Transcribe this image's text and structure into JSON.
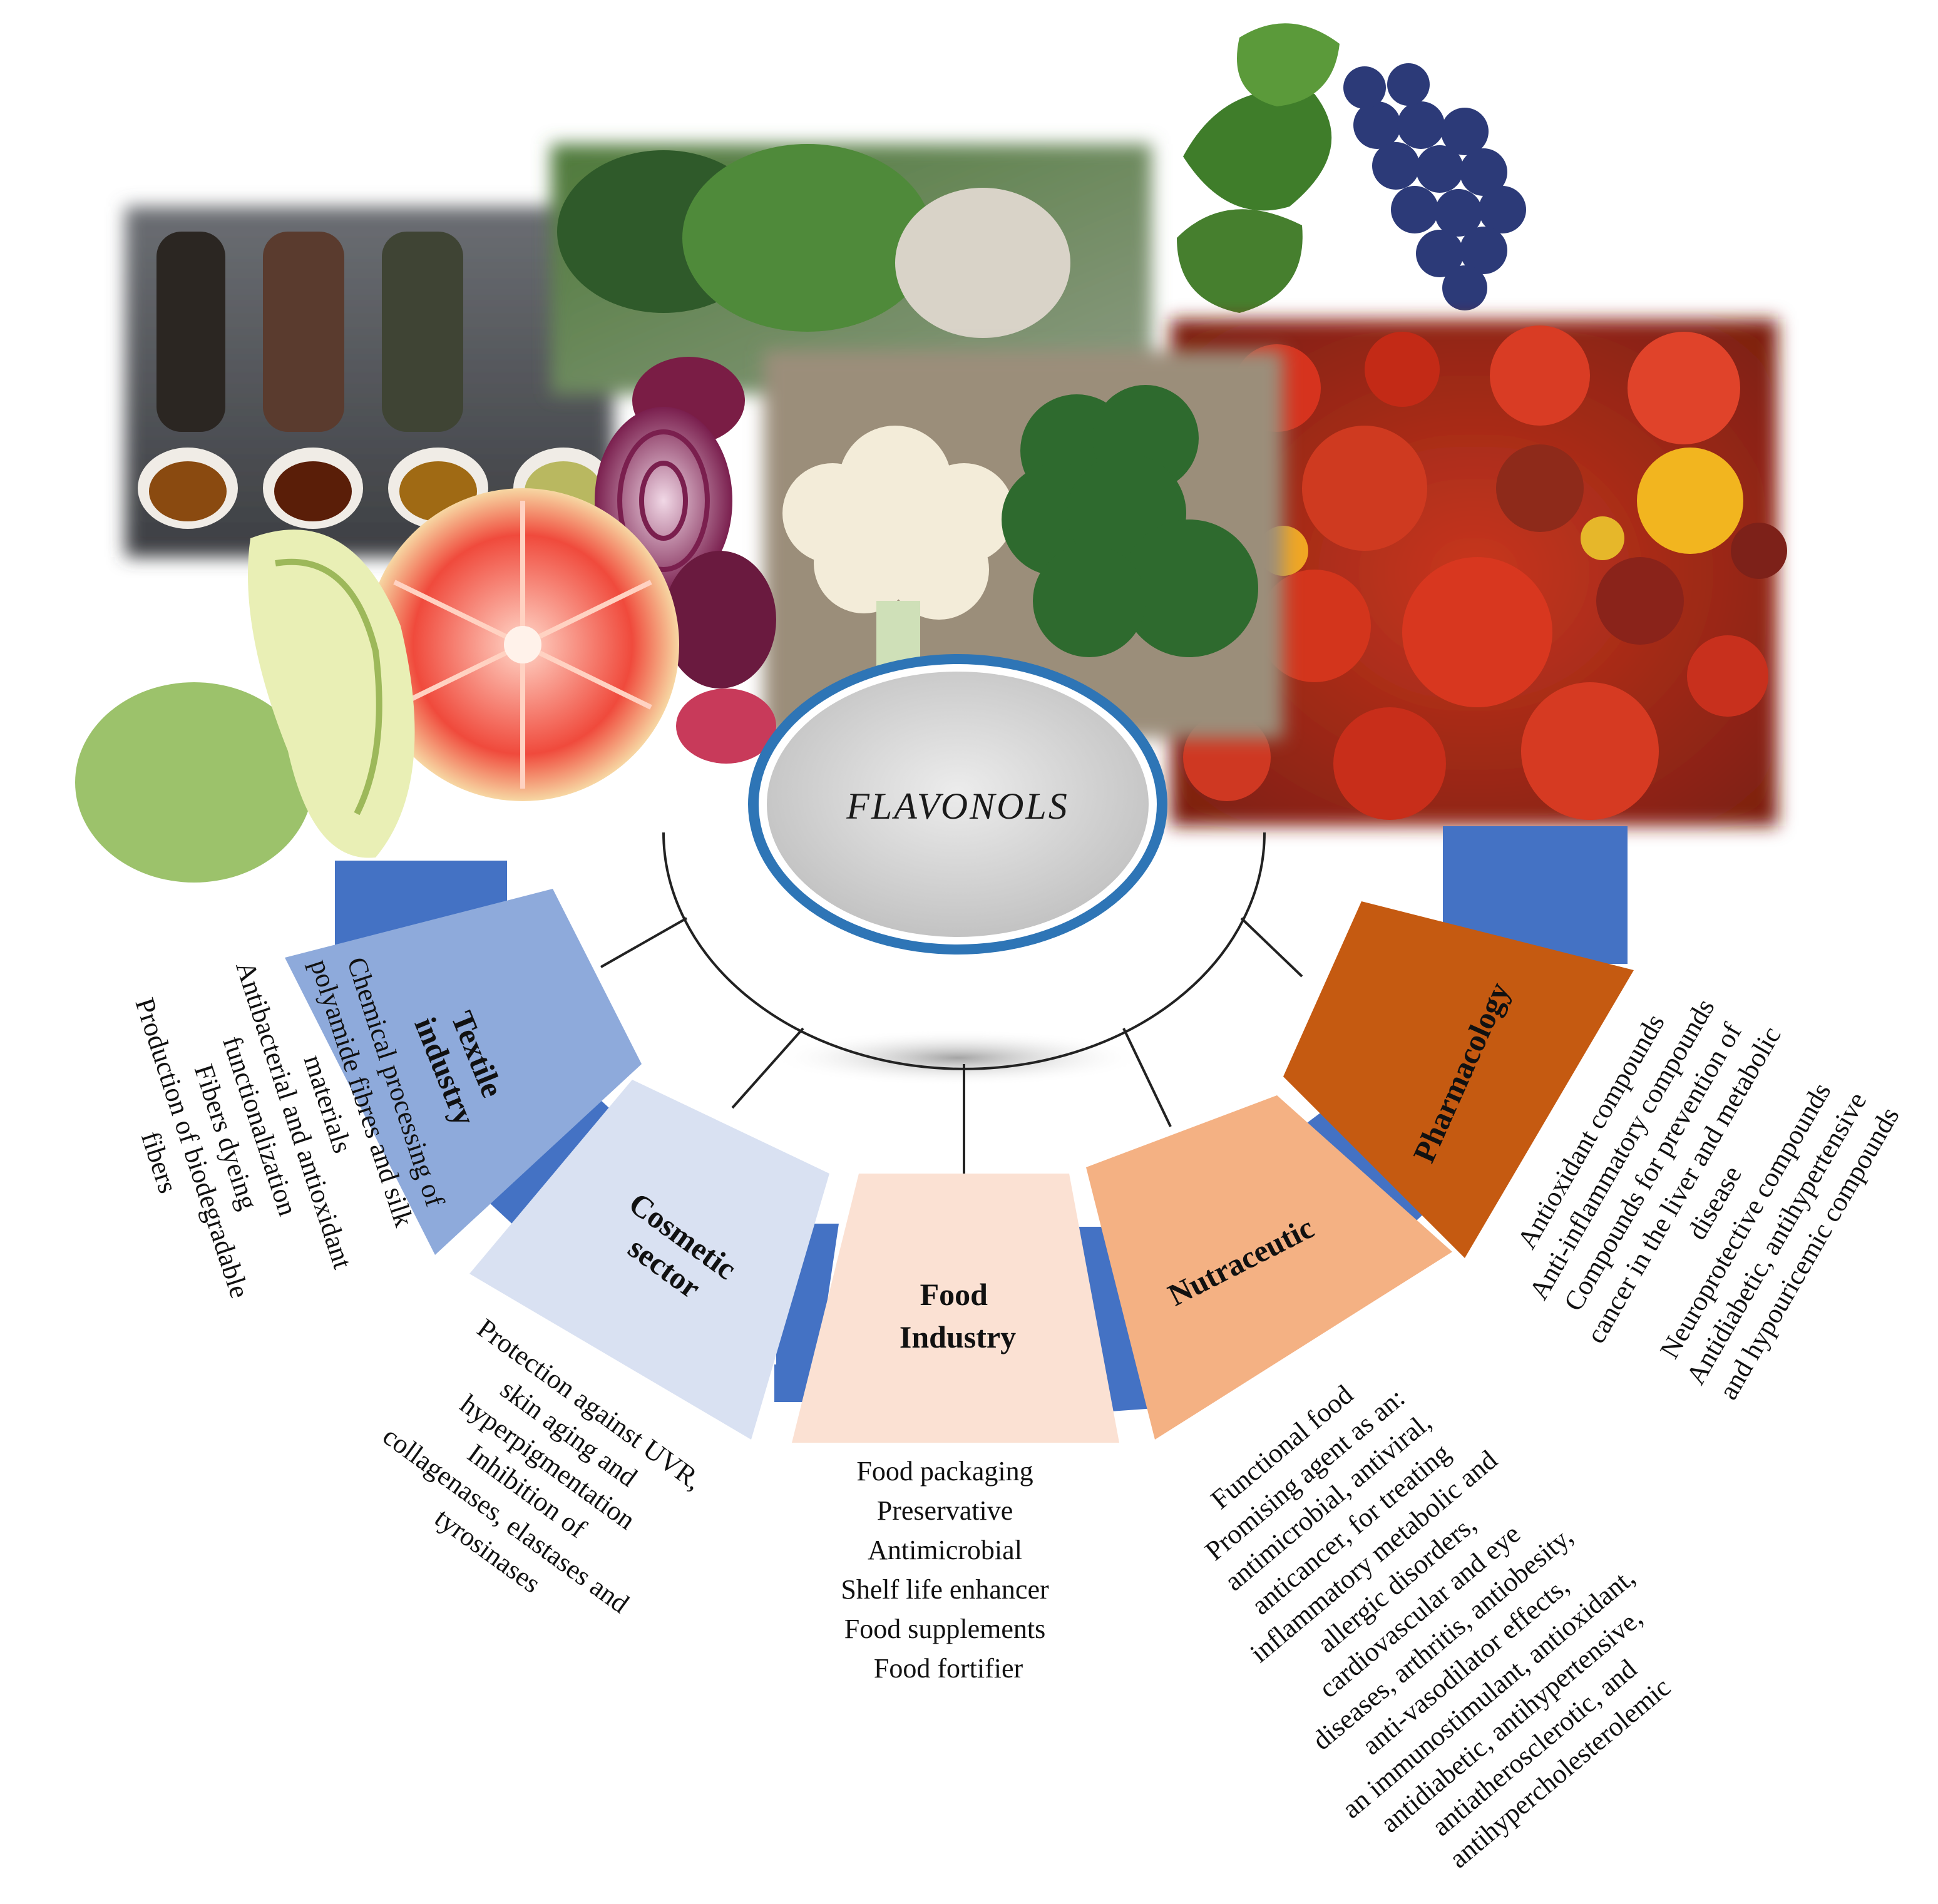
{
  "hub": {
    "title": "FLAVONOLS"
  },
  "sectors": [
    {
      "id": "textile",
      "label_lines": [
        "Textile",
        "industry"
      ],
      "color": "#8eaadb",
      "applications": [
        "Chemical processing of",
        "polyamide fibres and silk",
        "materials",
        "Antibacterial and antioxidant",
        "functionalization",
        "Fibers dyeing",
        "Production of biodegradable",
        "fibers"
      ]
    },
    {
      "id": "cosmetic",
      "label_lines": [
        "Cosmetic",
        "sector"
      ],
      "color": "#d9e1f2",
      "applications": [
        "Protection against UVR,",
        "skin aging and",
        "hyperpigmentation",
        "Inhibition of",
        "collagenases, elastases and",
        "tyrosinases"
      ]
    },
    {
      "id": "food",
      "label_lines": [
        "Food",
        "Industry"
      ],
      "color": "#fbe1d3",
      "applications": [
        "Food packaging",
        "Preservative",
        "Antimicrobial",
        "Shelf  life enhancer",
        "Food supplements",
        "Food fortifier"
      ]
    },
    {
      "id": "nutraceutic",
      "label_lines": [
        "Nutraceutic"
      ],
      "color": "#f4b183",
      "applications": [
        "Functional food",
        "Promising agent as an:",
        "antimicrobial, antiviral,",
        "anticancer, for treating",
        "inflammatory metabolic and",
        "allergic disorders,",
        "cardiovascular and eye",
        "diseases, arthritis, antiobesity,",
        "anti-vasodilator effects,",
        "an immunostimulant, antioxidant,",
        "antidiabetic, antihypertensive,",
        "antiatherosclerotic, and",
        "antihypercholesterolemic"
      ]
    },
    {
      "id": "pharmacology",
      "label_lines": [
        "Pharmacology"
      ],
      "color": "#c55a11",
      "applications": [
        "Antioxidant compounds",
        "Anti-inflammatory compounds",
        "Compounds for prevention of",
        "cancer in the liver and metabolic",
        "disease",
        "Neuroprotective compounds",
        "Antidiabetic, antihypertensive",
        "and hypouricemic compounds"
      ]
    }
  ],
  "colors": {
    "connector_bar": "#4472c4",
    "hub_ring": "#2e75b6",
    "hub_fill": "#d6d6d6"
  },
  "photos": [
    "tea-leaves-photo",
    "kale-photo",
    "grapes-photo",
    "tomatoes-photo",
    "cauliflower-broccoli-photo",
    "cabbage-photo",
    "grapefruit-photo",
    "onion-photo"
  ]
}
